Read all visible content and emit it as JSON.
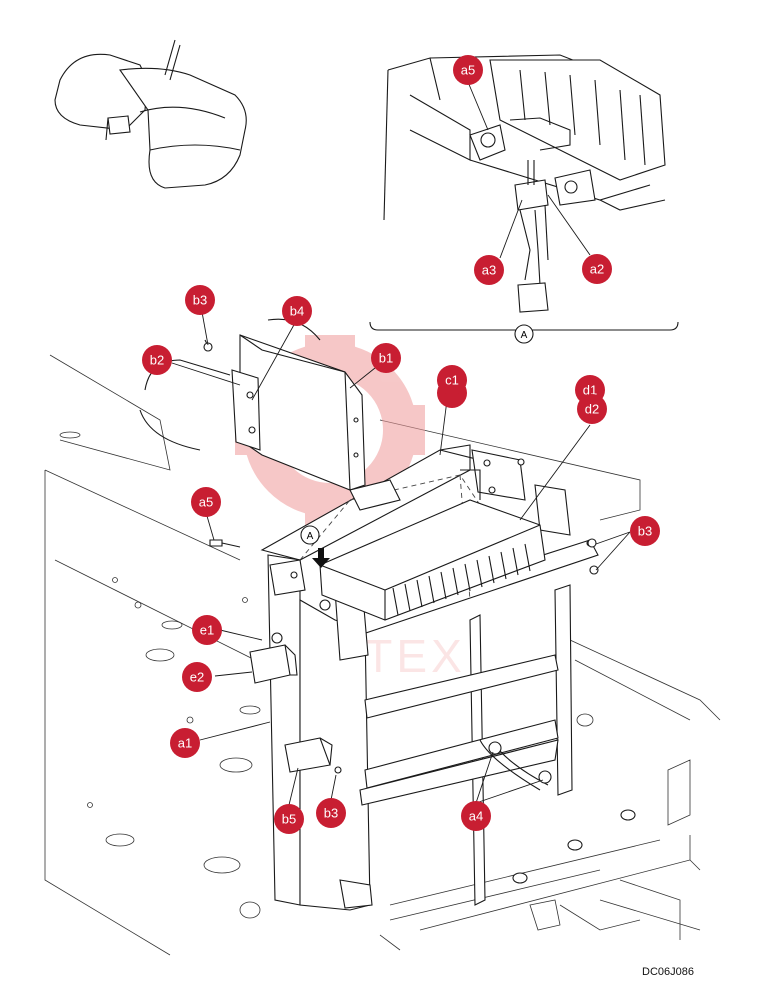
{
  "drawing_code": "DC06J086",
  "detail_view_label": "A",
  "watermark_text": "ИНТЕХ",
  "watermark_color": "#e88a8a",
  "callout_color": "#c81e32",
  "callouts": {
    "a5_top": "a5",
    "a3": "a3",
    "a2": "a2",
    "b3_top": "b3",
    "b4": "b4",
    "b2": "b2",
    "b1": "b1",
    "c1": "c1",
    "d1": "d1",
    "d2": "d2",
    "a5_left": "a5",
    "b3_right": "b3",
    "e1": "e1",
    "e2": "e2",
    "a1": "a1",
    "b5": "b5",
    "b3_bottom": "b3",
    "a4": "a4"
  }
}
